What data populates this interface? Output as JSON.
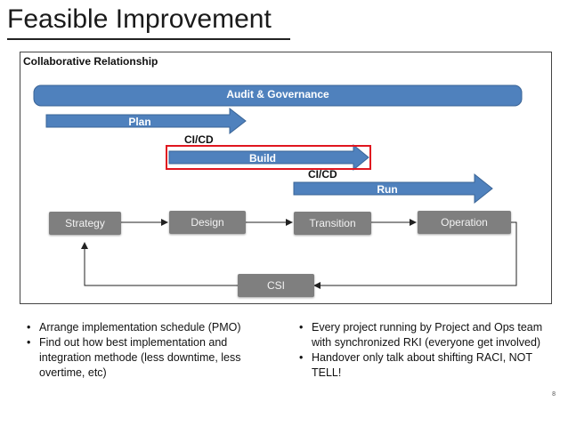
{
  "slide": {
    "title": "Feasible Improvement",
    "page_number": "8"
  },
  "diagram": {
    "frame_label": "Collaborative Relationship",
    "bars": {
      "audit": "Audit & Governance",
      "plan": "Plan",
      "build": "Build",
      "run": "Run"
    },
    "cicd_labels": [
      "CI/CD",
      "CI/CD"
    ],
    "process": {
      "strategy": "Strategy",
      "design": "Design",
      "transition": "Transition",
      "operation": "Operation",
      "csi": "CSI"
    },
    "colors": {
      "bar_blue": "#4f81bd",
      "box_gray": "#7f7f7f",
      "highlight_red": "#e0161f"
    }
  },
  "bullets_left": [
    "Arrange implementation schedule (PMO)",
    "Find out how best implementation and integration methode (less downtime, less overtime, etc)"
  ],
  "bullets_right": [
    "Every project running by Project and Ops team with synchronized RKI (everyone get involved)",
    "Handover only talk about shifting RACI, NOT TELL!"
  ]
}
